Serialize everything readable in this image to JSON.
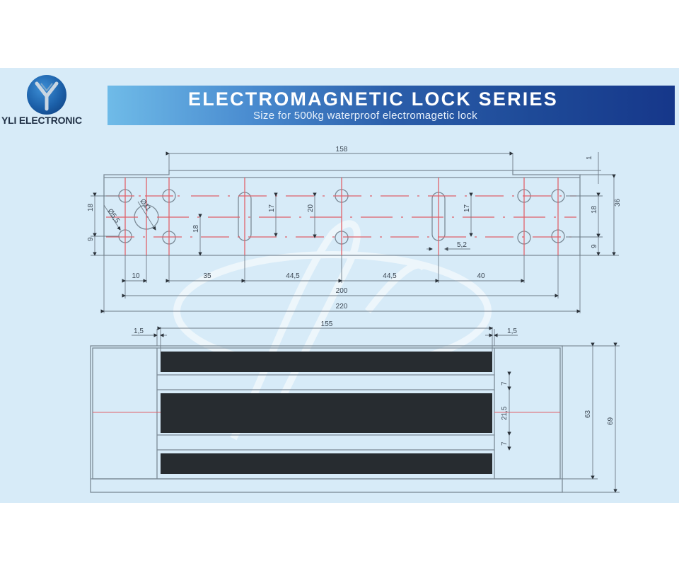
{
  "header": {
    "brand": "YLI ELECTRONIC",
    "logo_icon": "yli-y-logo-icon",
    "title": "ELECTROMAGNETIC LOCK SERIES",
    "subtitle": "Size for 500kg waterproof electromagetic lock"
  },
  "colors": {
    "panel_bg": "#d7ebf8",
    "banner_start": "#6fbbe8",
    "banner_end": "#16378a",
    "outline": "#7b8a96",
    "centerline": "#e0616a",
    "magnet_fill": "#272c30"
  },
  "top_view": {
    "dims": {
      "top_width": "158",
      "step": "1",
      "hole_pitch_left": "10",
      "span_35": "35",
      "span_44_5_a": "44,5",
      "span_44_5_b": "44,5",
      "span_40": "40",
      "hole_span": "200",
      "overall_length": "220",
      "left_vertical_18": "18",
      "left_vertical_9": "9",
      "inner_18": "18",
      "slot_17_left": "17",
      "center_20": "20",
      "slot_17_right": "17",
      "slot_width": "5,2",
      "right_vertical_18": "18",
      "right_vertical_9": "9",
      "overall_height": "36",
      "hole_dia_a": "Ø5,5",
      "hole_dia_b": "Ø11"
    }
  },
  "front_view": {
    "dims": {
      "left_gap": "1,5",
      "magnet_length": "155",
      "right_gap": "1,5",
      "gap_top": "7",
      "core_height": "21,5",
      "gap_bottom": "7",
      "body_height": "63",
      "overall_height": "69"
    }
  }
}
